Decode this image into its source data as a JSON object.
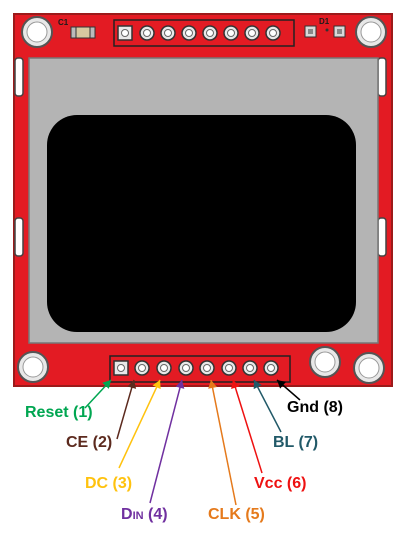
{
  "board": {
    "pcb_color": "#e31b23",
    "display_frame_color": "#b4b4b4",
    "screen_color": "#000000",
    "silkscreen": {
      "c1": "C1",
      "d1": "D1"
    }
  },
  "pins": [
    {
      "number": 1,
      "label": "Reset (1)",
      "color": "#00a651"
    },
    {
      "number": 2,
      "label": "CE (2)",
      "color": "#5c2a1e"
    },
    {
      "number": 3,
      "label": "DC (3)",
      "color": "#ffc20e"
    },
    {
      "number": 4,
      "label_main": "D",
      "label_sub": "IN",
      "label_tail": " (4)",
      "color": "#7030a0"
    },
    {
      "number": 5,
      "label": "CLK (5)",
      "color": "#e57a1c"
    },
    {
      "number": 6,
      "label": "Vcc (6)",
      "color": "#ee1111"
    },
    {
      "number": 7,
      "label": "BL (7)",
      "color": "#215968"
    },
    {
      "number": 8,
      "label": "Gnd (8)",
      "color": "#000000"
    }
  ]
}
